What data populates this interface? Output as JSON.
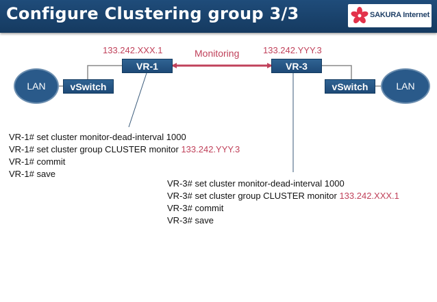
{
  "title": "Configure Clustering group 3/3",
  "logo": {
    "text": "SAKURA Internet",
    "mark_color": "#e3324a",
    "text_color": "#1f3f66"
  },
  "colors": {
    "header": "#1f4c7a",
    "node": "#2a5a8a",
    "highlight": "#c0415a"
  },
  "nodes": {
    "lan_left": "LAN",
    "vswitch_left": "vSwitch",
    "vr1": "VR-1",
    "vr3": "VR-3",
    "vswitch_right": "vSwitch",
    "lan_right": "LAN"
  },
  "ips": {
    "vr1": "133.242.XXX.1",
    "vr3": "133.242.YYY.3"
  },
  "monitoring_label": "Monitoring",
  "vr1_commands": {
    "line1": "VR-1# set cluster monitor-dead-interval 1000",
    "line2_prefix": "VR-1# set cluster group CLUSTER monitor ",
    "line2_ip": "133.242.YYY.3",
    "line3": "VR-1# commit",
    "line4": "VR-1# save"
  },
  "vr3_commands": {
    "line1": "VR-3# set cluster monitor-dead-interval 1000",
    "line2_prefix": "VR-3# set cluster group CLUSTER monitor ",
    "line2_ip": "133.242.XXX.1",
    "line3": "VR-3# commit",
    "line4": "VR-3# save"
  }
}
